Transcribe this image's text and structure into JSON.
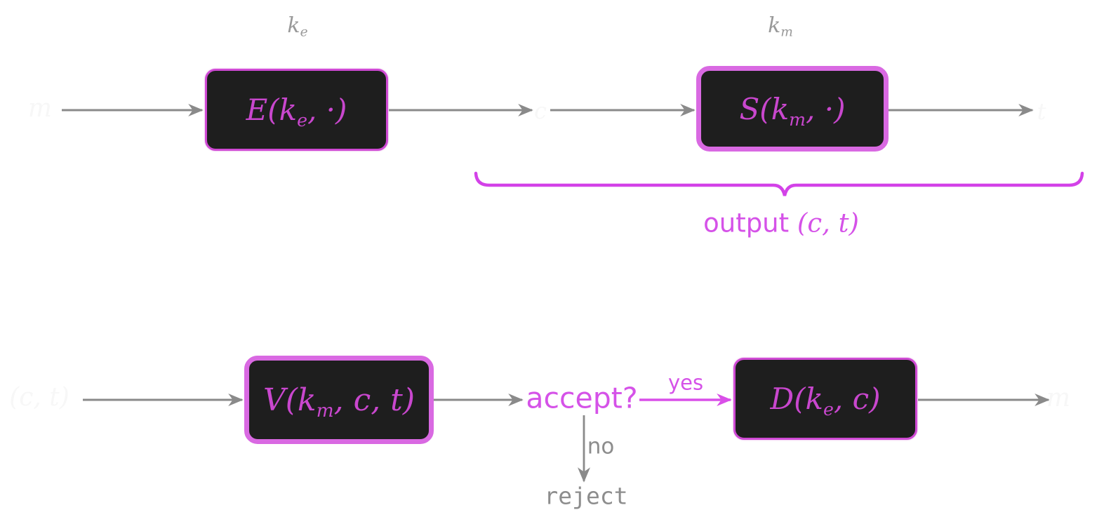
{
  "colors": {
    "box_fill": "#1e1e1e",
    "box_border_thin": "#cf4ad4",
    "box_border_thick": "#d969e2",
    "box_text": "#c947ce",
    "accent_magenta": "#d552e8",
    "arrow_gray": "#8a8a8a",
    "key_label_gray": "#999999",
    "faint_label": "#f7f7f7"
  },
  "top_row": {
    "input_label": "m",
    "key_e": {
      "base": "k",
      "sub": "e"
    },
    "encrypt_box": {
      "pre": "E(k",
      "sub": "e",
      "post": ", ·)"
    },
    "cipher_label": "c",
    "key_m": {
      "base": "k",
      "sub": "m"
    },
    "mac_box": {
      "pre": "S(k",
      "sub": "m",
      "post": ", ·)"
    },
    "tag_label": "t",
    "brace_label": {
      "word": "output",
      "tuple": "(c, t)"
    }
  },
  "bottom_row": {
    "input_label": "(c, t)",
    "verify_box": {
      "pre": "V(k",
      "sub": "m",
      "post": ", c, t)"
    },
    "decision_label": "accept?",
    "yes_label": "yes",
    "no_label": "no",
    "reject_label": "reject",
    "decrypt_box": {
      "pre": "D(k",
      "sub": "e",
      "post": ", c)"
    },
    "output_label": "m"
  }
}
